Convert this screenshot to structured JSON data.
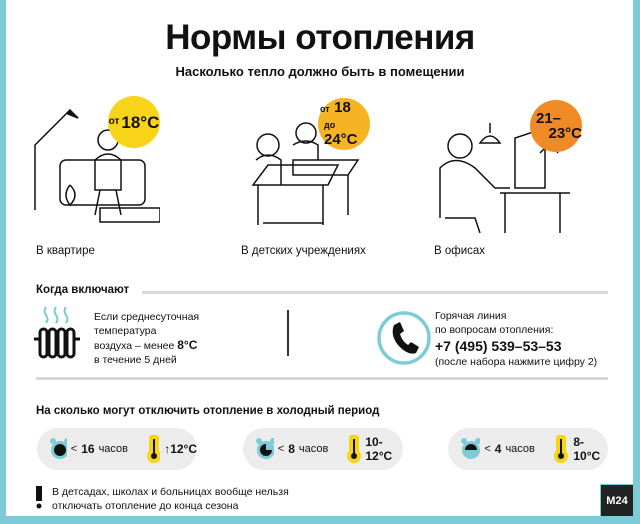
{
  "title": "Нормы отопления",
  "subtitle": "Насколько тепло должно быть в помещении",
  "norms": [
    {
      "label": "В квартире",
      "badge_prefix": "от",
      "badge_value": "18°C",
      "color": "#f7d417"
    },
    {
      "label": "В детских учреждениях",
      "badge_line1_prefix": "от",
      "badge_line1": "18",
      "badge_line2_prefix": "до",
      "badge_line2": "24°C",
      "color": "#f6b324"
    },
    {
      "label": "В офисах",
      "badge_line1": "21–",
      "badge_line2": "23°C",
      "color": "#f08a24"
    }
  ],
  "when": {
    "heading": "Когда включают",
    "condition_lines": [
      "Если среднесуточная",
      "температура",
      "воздуха – менее "
    ],
    "condition_temp": "8°C",
    "condition_last": "в течение 5 дней"
  },
  "hotline": {
    "line1": "Горячая линия",
    "line2": "по вопросам отопления:",
    "phone": "+7 (495) 539–53–53",
    "note": "(после набора нажмите цифру 2)"
  },
  "outage": {
    "heading": "На сколько могут отключить отопление в холодный период",
    "items": [
      {
        "hours_prefix": "<",
        "hours": "16",
        "hours_unit": "часов",
        "temp": "↑12°C"
      },
      {
        "hours_prefix": "<",
        "hours": "8",
        "hours_unit": "часов",
        "temp": "10-12°C"
      },
      {
        "hours_prefix": "<",
        "hours": "4",
        "hours_unit": "часов",
        "temp": "8-10°C"
      }
    ]
  },
  "warning": {
    "line1": "В детсадах, школах и больницах вообще нельзя",
    "line2": "отключать отопление до конца сезона"
  },
  "logo": "M24",
  "colors": {
    "frame": "#7ccbd6",
    "yellow": "#f7d417",
    "orange": "#f08a24",
    "teal": "#7ccbd6"
  }
}
